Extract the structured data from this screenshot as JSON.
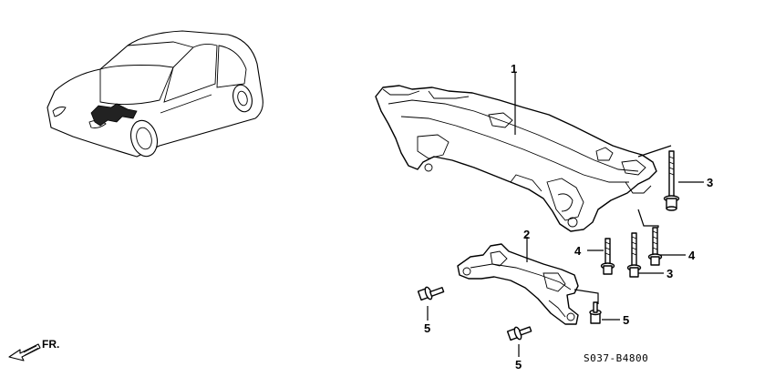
{
  "callouts": {
    "c1": "1",
    "c2": "2",
    "c3a": "3",
    "c3b": "3",
    "c4a": "4",
    "c4b": "4",
    "c5a": "5",
    "c5b": "5",
    "c5c": "5"
  },
  "diagram_code": "S037-B4800",
  "front_indicator": "FR."
}
